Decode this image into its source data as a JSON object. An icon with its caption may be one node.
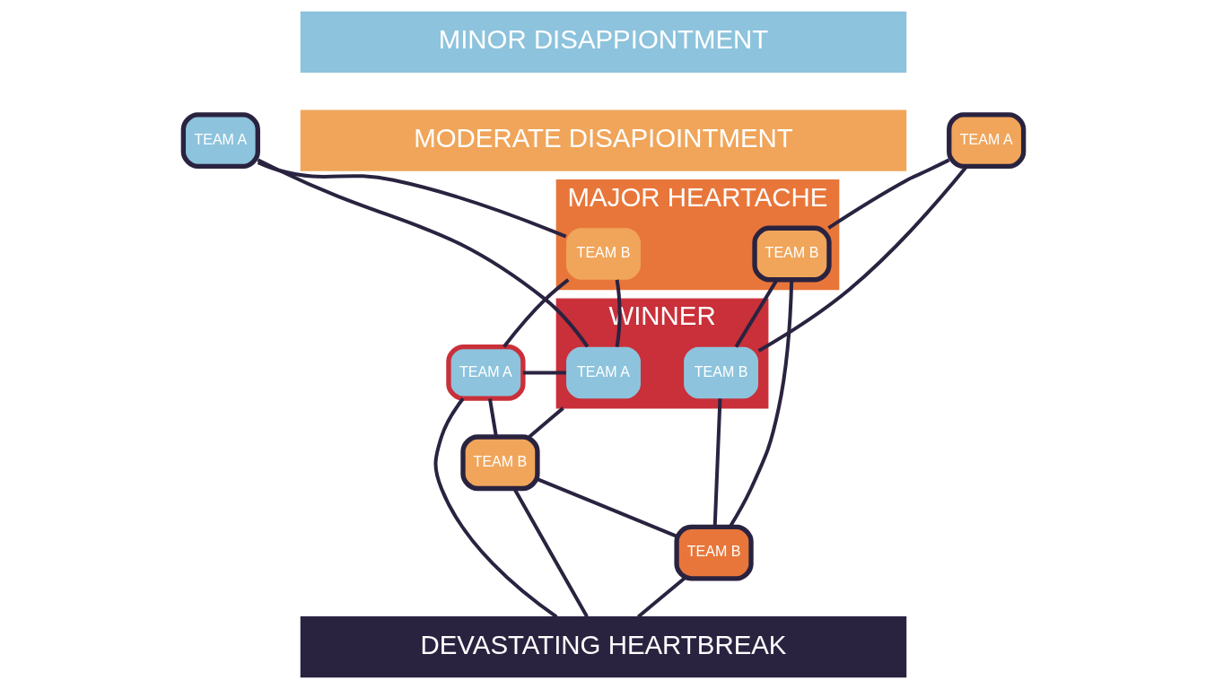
{
  "diagram": {
    "nodes": [
      {
        "text": [
          "MINOR DISAPPIONTMENT"
        ]
      },
      {
        "text": [
          "MODERATE DISAPIOINTMENT"
        ]
      },
      {
        "text": [
          "MAJOR HEARTACHE"
        ]
      },
      {
        "text": [
          "TEAM A"
        ]
      },
      {
        "text": [
          "TEAM B"
        ],
        "in": 2
      },
      {
        "text": [
          "TEAM B"
        ],
        "in": 2
      },
      {
        "text": [
          "TEAM A"
        ]
      },
      {
        "text": [
          "WINNER"
        ]
      },
      {
        "text": [
          "TEAM A"
        ],
        "in": 7
      },
      {
        "text": [
          "TEAM B"
        ],
        "in": 7
      },
      {
        "text": [
          "TEAM A"
        ]
      },
      {
        "text": [
          "TEAM B"
        ]
      },
      {
        "text": [
          "TEAM B"
        ]
      },
      {
        "text": [
          "DEVASTATING HEARTBREAK"
        ]
      }
    ],
    "edges": [
      {
        "from": 3,
        "to": 4,
        "arrow": "none"
      },
      {
        "from": 3,
        "to": 8,
        "arrow": "none"
      },
      {
        "from": 4,
        "to": 8,
        "arrow": "none"
      },
      {
        "from": 4,
        "to": 10,
        "arrow": "none"
      },
      {
        "from": 8,
        "to": 10,
        "arrow": "none"
      },
      {
        "from": 6,
        "to": 5,
        "arrow": "none"
      },
      {
        "from": 6,
        "to": 9,
        "arrow": "none"
      },
      {
        "from": 5,
        "to": 9,
        "arrow": "none"
      },
      {
        "from": 5,
        "to": 12,
        "arrow": "none"
      },
      {
        "from": 9,
        "to": 12,
        "arrow": "none"
      },
      {
        "from": 11,
        "to": 7,
        "arrow": "none"
      },
      {
        "from": 10,
        "to": 11,
        "arrow": "none"
      },
      {
        "from": 11,
        "to": 12,
        "arrow": "none"
      },
      {
        "from": 10,
        "to": 13,
        "arrow": "none"
      },
      {
        "from": 11,
        "to": 13,
        "arrow": "none"
      },
      {
        "from": 12,
        "to": 13,
        "arrow": "none"
      }
    ]
  }
}
